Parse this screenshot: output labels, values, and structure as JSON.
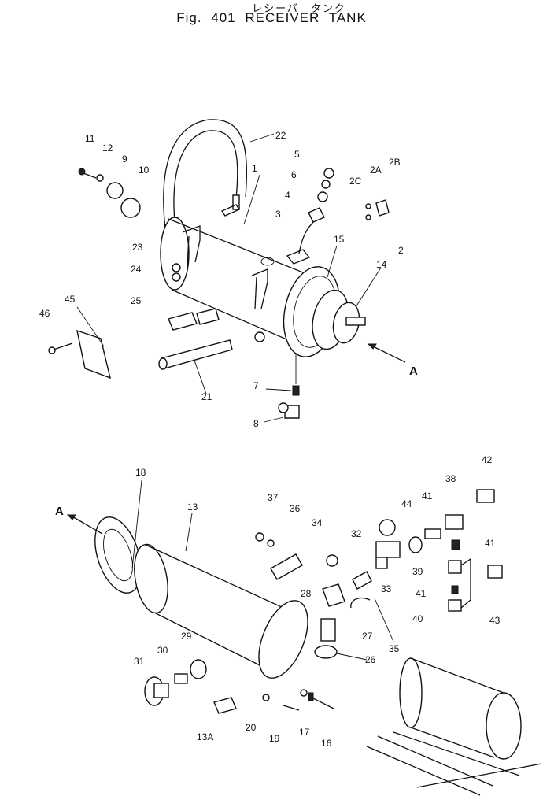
{
  "header": {
    "title_jp": "レシーバ　タンク",
    "fig": "Fig. 401",
    "title": "RECEIVER TANK"
  },
  "labels": {
    "p1": "1",
    "p2": "2",
    "p2a": "2A",
    "p2b": "2B",
    "p2c": "2C",
    "p3": "3",
    "p4": "4",
    "p5": "5",
    "p6": "6",
    "p7": "7",
    "p8": "8",
    "p9": "9",
    "p10": "10",
    "p11": "11",
    "p12": "12",
    "p13": "13",
    "p13a": "13A",
    "p14": "14",
    "p15": "15",
    "p16": "16",
    "p17": "17",
    "p18": "18",
    "p19": "19",
    "p20": "20",
    "p21": "21",
    "p22": "22",
    "p23": "23",
    "p24": "24",
    "p25": "25",
    "p26": "26",
    "p27": "27",
    "p28": "28",
    "p29": "29",
    "p30": "30",
    "p31": "31",
    "p32": "32",
    "p33": "33",
    "p34": "34",
    "p35": "35",
    "p36": "36",
    "p37": "37",
    "p38": "38",
    "p39": "39",
    "p40": "40",
    "p41a": "41",
    "p41b": "41",
    "p41c": "41",
    "p42": "42",
    "p43": "43",
    "p44": "44",
    "p45": "45",
    "p46": "46",
    "viewA1": "A",
    "viewA2": "A"
  }
}
